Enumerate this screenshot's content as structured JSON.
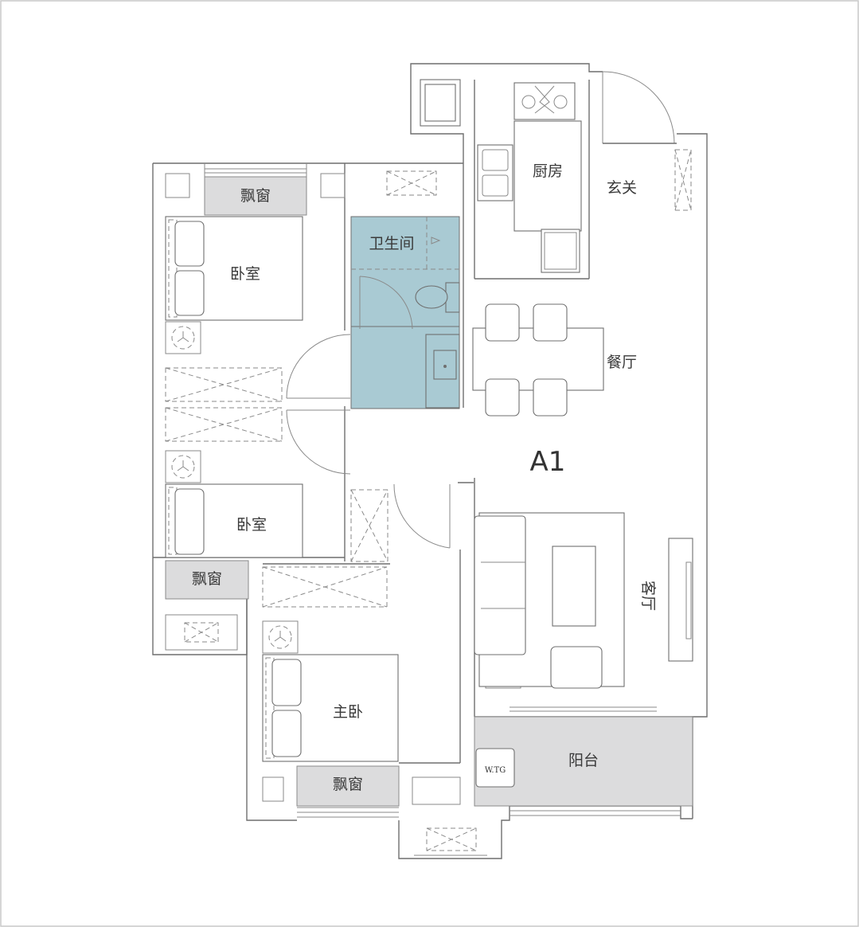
{
  "plan": {
    "unit": "A1",
    "rooms": {
      "bay_window_1": "飘窗",
      "bay_window_2": "飘窗",
      "bay_window_3": "飘窗",
      "bedroom_1": "卧室",
      "bedroom_2": "卧室",
      "master_bedroom": "主卧",
      "bathroom": "卫生间",
      "kitchen": "厨房",
      "entrance": "玄关",
      "dining": "餐厅",
      "living": "客厅",
      "balcony": "阳台",
      "washer": "W.TG"
    },
    "colors": {
      "bathroom_fill": "#a9cad3",
      "bay_fill": "#dcdcdd",
      "wall": "#6f6f6f",
      "border": "#c8c8c8"
    }
  }
}
